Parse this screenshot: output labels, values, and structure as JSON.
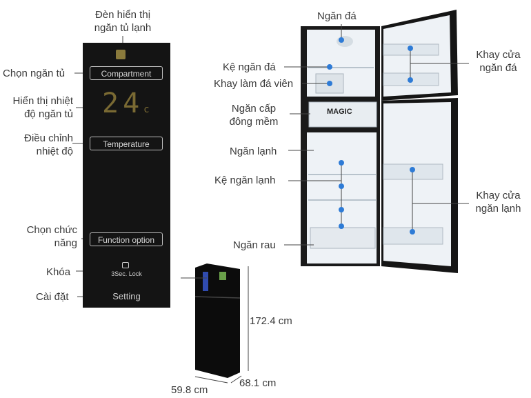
{
  "control_panel": {
    "compartment_button": "Compartment",
    "temperature_readout": "24",
    "temperature_unit": "c",
    "temperature_button": "Temperature",
    "function_button": "Function option",
    "lock_caption": "3Sec. Lock",
    "setting_text": "Setting"
  },
  "panel_labels": {
    "indicator_line1": "Đèn hiển thị",
    "indicator_line2": "ngăn tủ lạnh",
    "select_compartment": "Chọn ngăn tủ",
    "temp_display_line1": "Hiển thị nhiệt",
    "temp_display_line2": "độ ngăn tủ",
    "adjust_line1": "Điều chỉnh",
    "adjust_line2": "nhiệt độ",
    "function_line1": "Chọn chức",
    "function_line2": "năng",
    "lock": "Khóa",
    "settings": "Cài đặt"
  },
  "fridge_labels": {
    "freezer": "Ngăn đá",
    "freezer_shelf": "Kệ ngăn đá",
    "ice_tray": "Khay làm đá viên",
    "soft_freeze_line1": "Ngăn cấp",
    "soft_freeze_line2": "đông mềm",
    "fridge": "Ngăn lạnh",
    "fridge_shelf": "Kệ ngăn lạnh",
    "crisper": "Ngăn rau",
    "freezer_door_line1": "Khay cửa",
    "freezer_door_line2": "ngăn đá",
    "fridge_door_line1": "Khay cửa",
    "fridge_door_line2": "ngăn lạnh",
    "magic_label": "MAGIC"
  },
  "dimensions": {
    "height": "172.4 cm",
    "width": "59.8 cm",
    "depth": "68.1 cm"
  },
  "colors": {
    "leader_line": "#2e7bd6",
    "dot": "#2e7bd6",
    "panel_bg": "#141414",
    "fridge_body": "#111111"
  }
}
